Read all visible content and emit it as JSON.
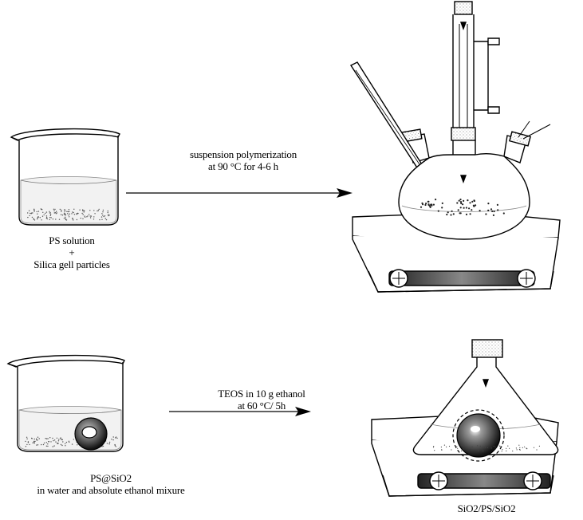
{
  "step1": {
    "reagent_line1": "PS solution",
    "reagent_plus": "+",
    "reagent_line2": "Silica gell particles",
    "condition_line1": "suspension polymerization",
    "condition_line2": "at 90 °C for 4-6 h"
  },
  "step2": {
    "reagent_line1": "PS@SiO2",
    "reagent_line2": "in water and  absolute ethanol mixure",
    "condition_line1": "TEOS in 10 g ethanol",
    "condition_line2": "at 60 °C/ 5h",
    "product_label": "SiO2/PS/SiO2"
  }
}
